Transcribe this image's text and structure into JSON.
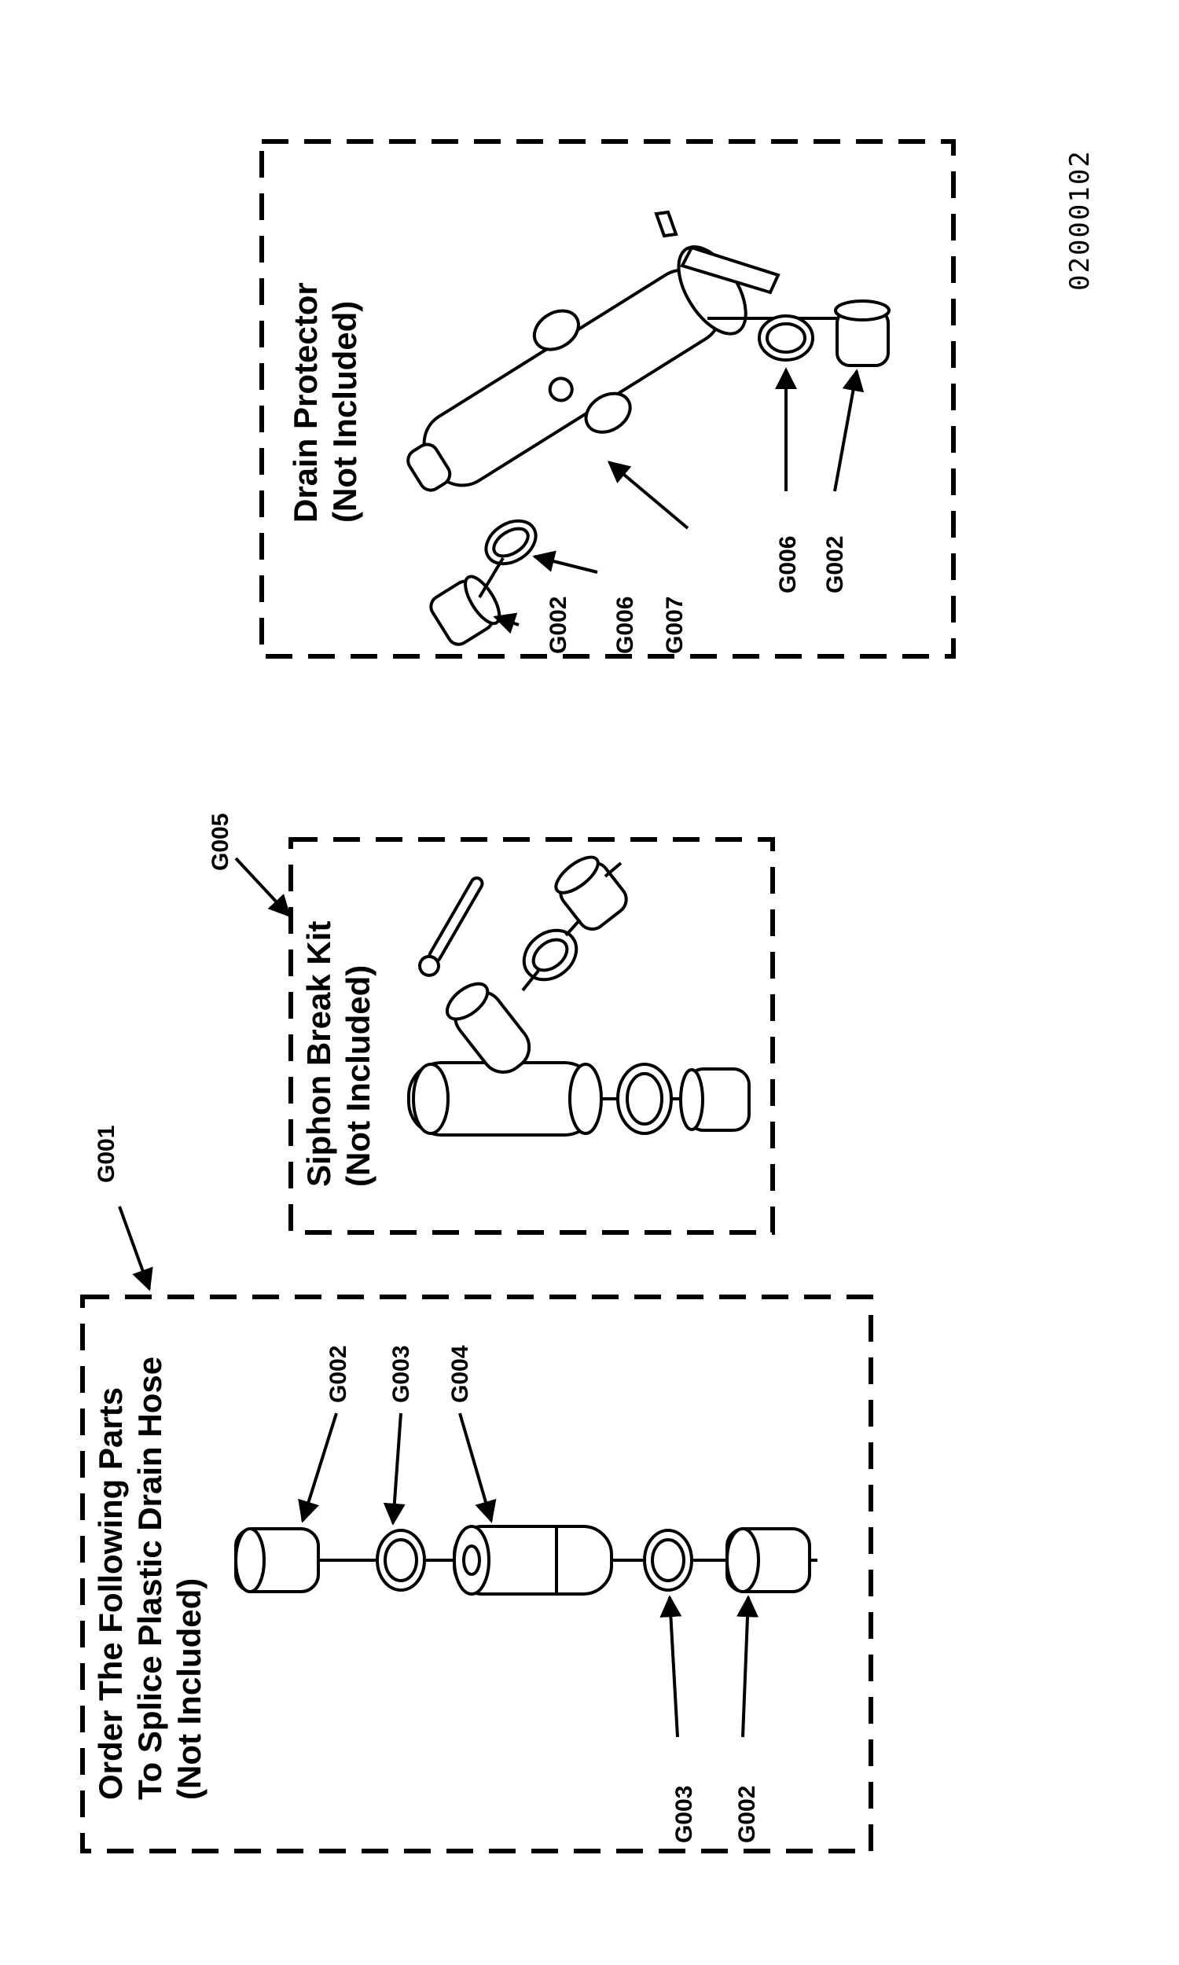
{
  "document_number": "02000102",
  "splice_group": {
    "callout": "G001",
    "title_lines": [
      "Order The Following Parts",
      "To Splice Plastic Drain Hose",
      "(Not Included)"
    ],
    "part_labels": [
      "G002",
      "G003",
      "G004",
      "G003",
      "G002"
    ]
  },
  "siphon_group": {
    "callout": "G005",
    "title_lines": [
      "Siphon Break Kit",
      "(Not Included)"
    ]
  },
  "drain_group": {
    "title_lines": [
      "Drain Protector",
      "(Not Included)"
    ],
    "part_labels": [
      "G002",
      "G006",
      "G007",
      "G006",
      "G002"
    ]
  }
}
